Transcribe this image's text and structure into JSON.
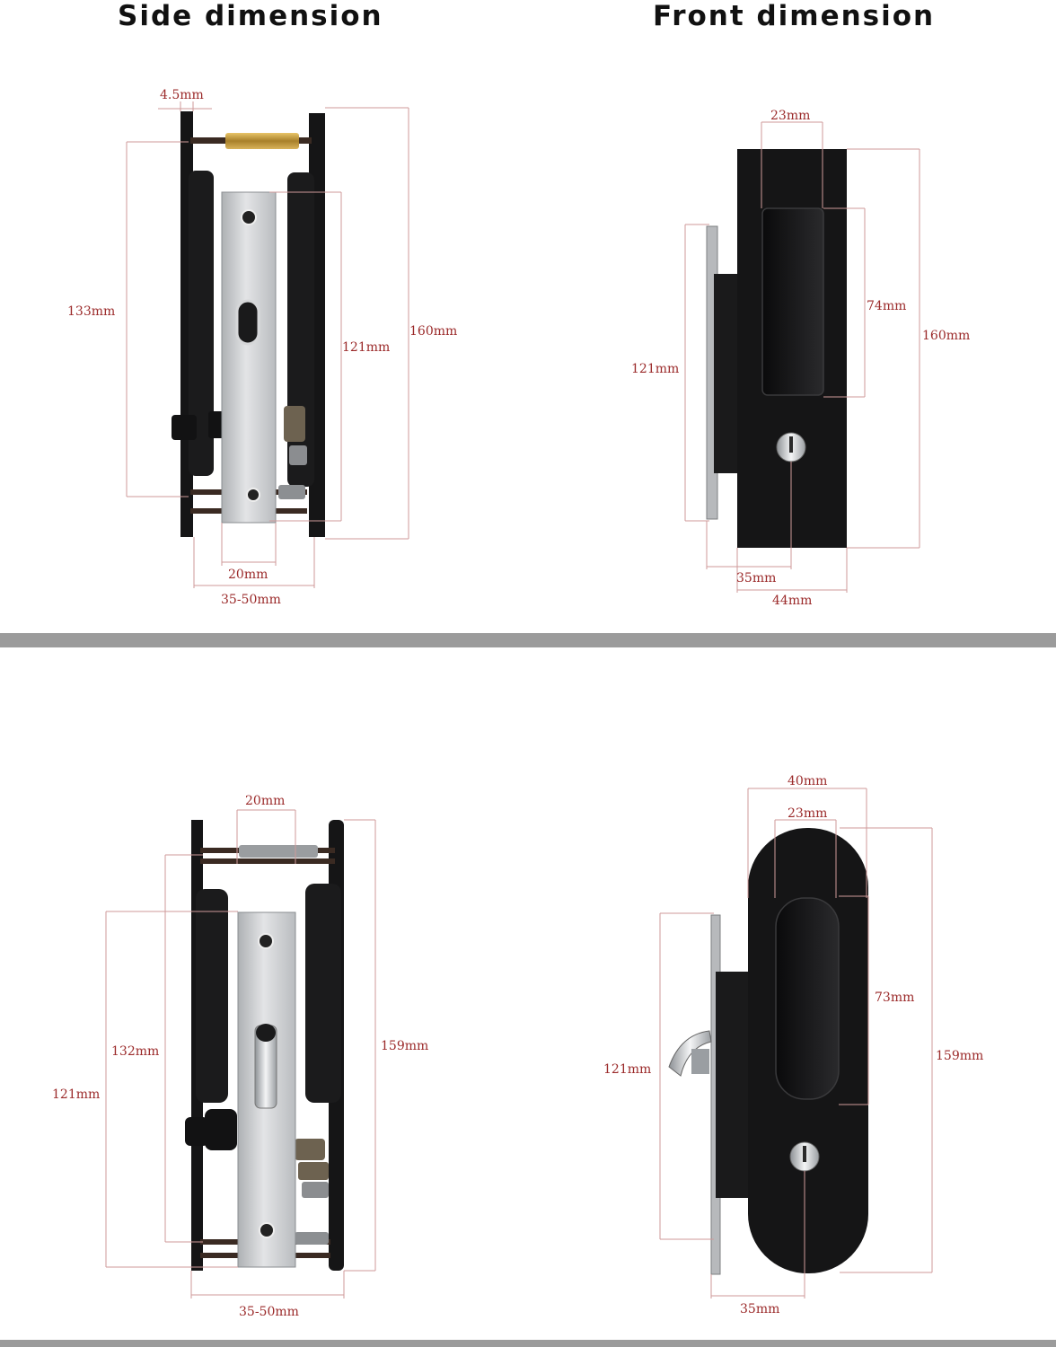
{
  "headings": {
    "side": "Side dimension",
    "front": "Front dimension"
  },
  "colors": {
    "dimension_text": "#9b2a2a",
    "dimension_line": "#cf9a9a",
    "lock_body": "#151516",
    "steel_plate": "#c7c9cb",
    "divider": "#9b9b9b"
  },
  "views": {
    "top_side": {
      "dimensions": {
        "plate_thickness": "4.5mm",
        "height_a": "133mm",
        "height_b": "121mm",
        "height_total": "160mm",
        "backset": "20mm",
        "door_thickness": "35-50mm"
      }
    },
    "top_front": {
      "dimensions": {
        "recess_width": "23mm",
        "recess_height": "74mm",
        "height_total": "160mm",
        "faceplate_height": "121mm",
        "width_a": "35mm",
        "width_total": "44mm"
      }
    },
    "bottom_side": {
      "dimensions": {
        "backset": "20mm",
        "height_a": "132mm",
        "height_b": "121mm",
        "height_total": "159mm",
        "door_thickness": "35-50mm"
      }
    },
    "bottom_front": {
      "dimensions": {
        "width_total": "40mm",
        "recess_width": "23mm",
        "recess_height": "73mm",
        "height_total": "159mm",
        "faceplate_height": "121mm",
        "width_a": "35mm"
      }
    }
  }
}
